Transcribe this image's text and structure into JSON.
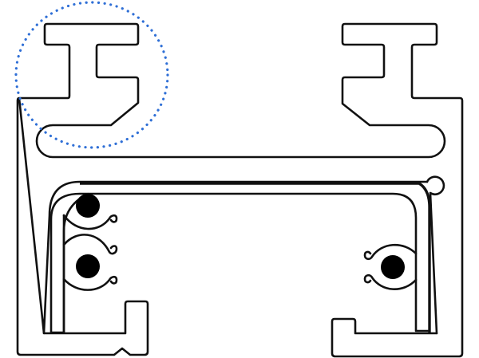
{
  "diagram": {
    "subject": "profile-cross-section",
    "colors": {
      "outline": "#111111",
      "highlight": "#2f6fd6",
      "background": "#ffffff"
    },
    "highlight_style": "dotted-circle",
    "conductors": 3
  }
}
